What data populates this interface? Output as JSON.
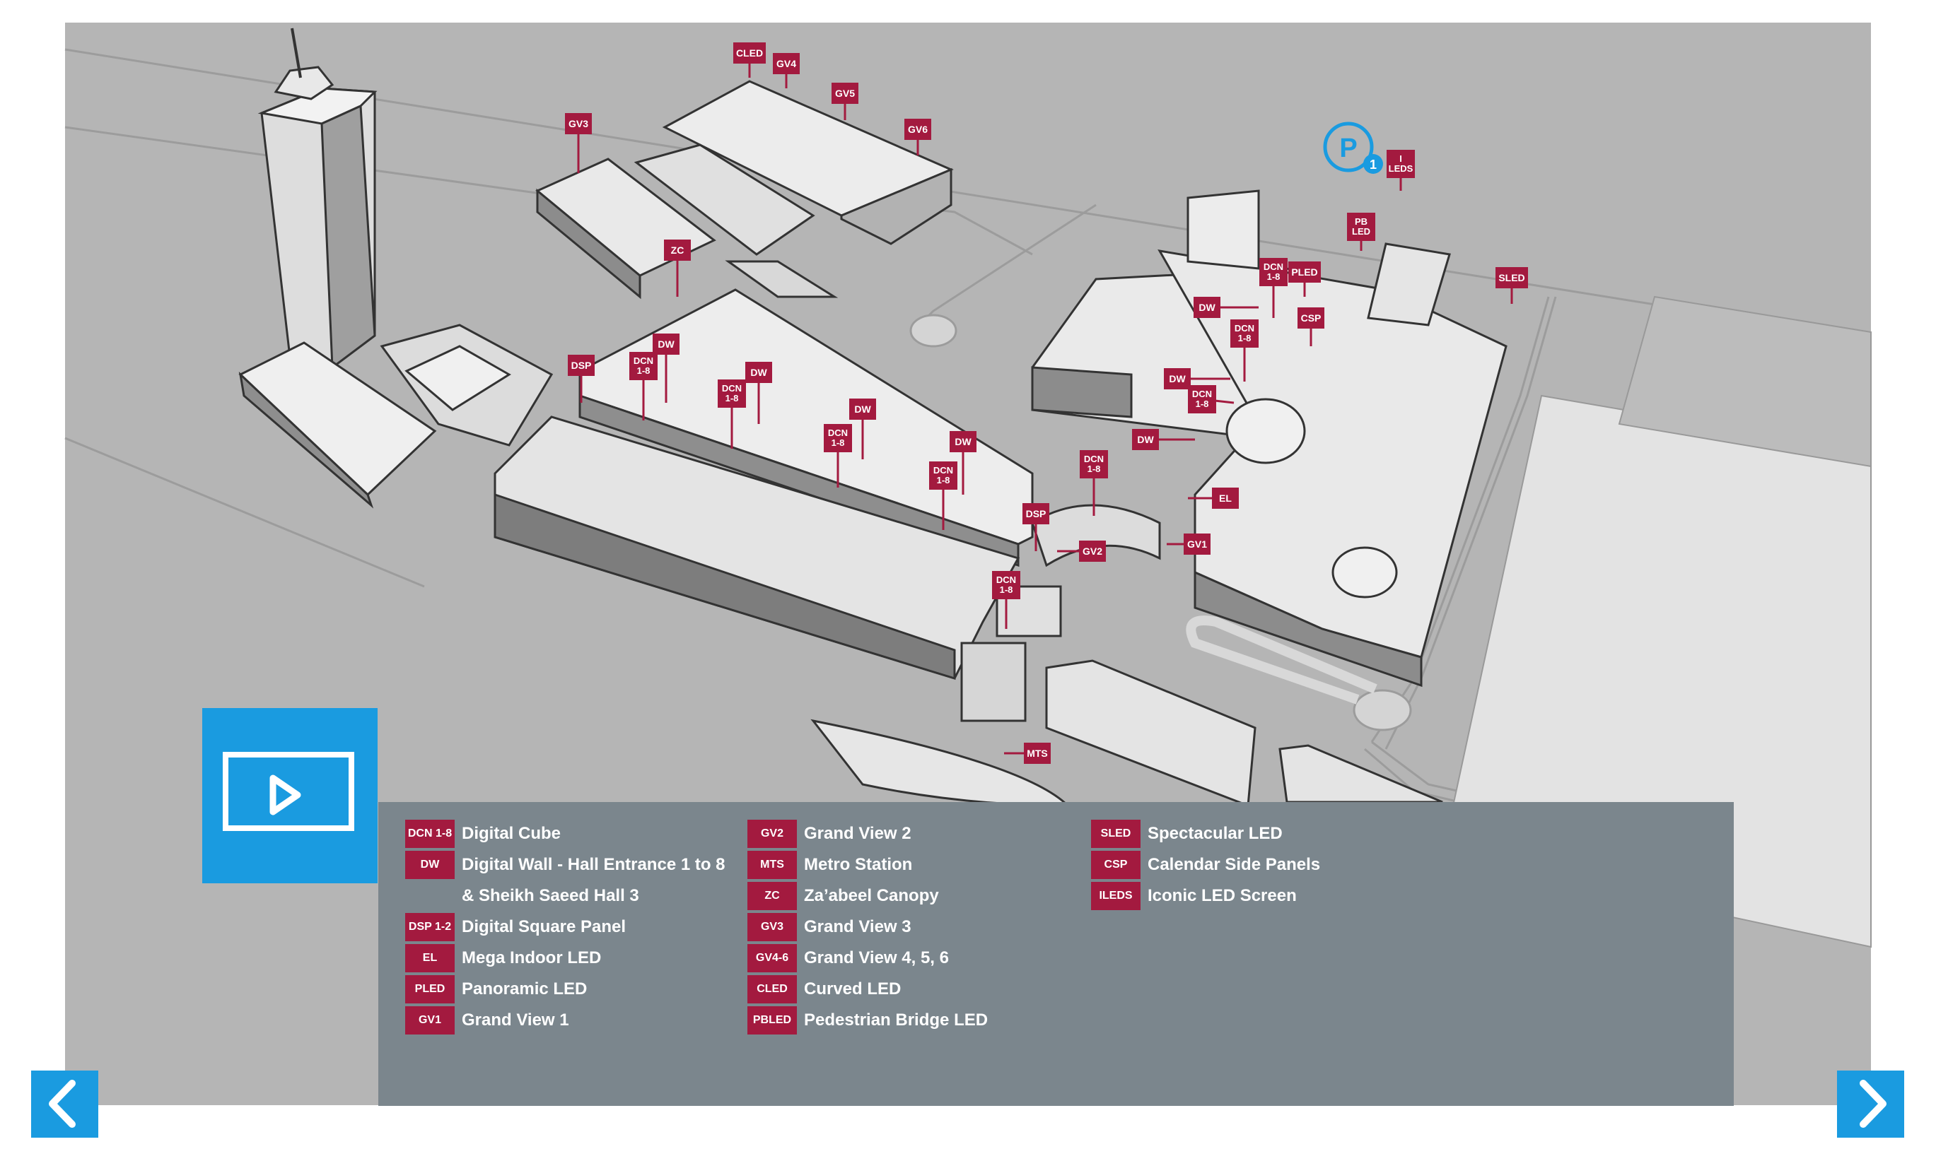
{
  "markers": [
    {
      "label": "CLED"
    },
    {
      "label": "GV4"
    },
    {
      "label": "GV5"
    },
    {
      "label": "GV6"
    },
    {
      "label": "GV3"
    },
    {
      "label": "ZC"
    },
    {
      "label": "DW"
    },
    {
      "label": "DCN 1-8"
    },
    {
      "label": "DSP"
    },
    {
      "label": "DCN 1-8"
    },
    {
      "label": "DW"
    },
    {
      "label": "DW"
    },
    {
      "label": "DCN 1-8"
    },
    {
      "label": "DW"
    },
    {
      "label": "DCN 1-8"
    },
    {
      "label": "DSP"
    },
    {
      "label": "GV2"
    },
    {
      "label": "DCN 1-8"
    },
    {
      "label": "DCN 1-8"
    },
    {
      "label": "MTS"
    },
    {
      "label": "DCN 1-8"
    },
    {
      "label": "PLED"
    },
    {
      "label": "DW"
    },
    {
      "label": "CSP"
    },
    {
      "label": "DCN 1-8"
    },
    {
      "label": "DW"
    },
    {
      "label": "DCN 1-8"
    },
    {
      "label": "DW"
    },
    {
      "label": "EL"
    },
    {
      "label": "GV1"
    },
    {
      "label": "PB LED"
    },
    {
      "label": "SLED"
    },
    {
      "label": "I LEDS"
    }
  ],
  "parking": {
    "letter": "P",
    "number": "1"
  },
  "legend": {
    "col1": [
      {
        "code": "DCN 1-8",
        "text": "Digital Cube"
      },
      {
        "code": "DW",
        "text": "Digital Wall - Hall Entrance 1 to 8"
      },
      {
        "code": "",
        "text": "& Sheikh Saeed Hall 3"
      },
      {
        "code": "DSP 1-2",
        "text": "Digital Square Panel"
      },
      {
        "code": "EL",
        "text": "Mega Indoor LED"
      },
      {
        "code": "PLED",
        "text": "Panoramic LED"
      },
      {
        "code": "GV1",
        "text": "Grand View 1"
      }
    ],
    "col2": [
      {
        "code": "GV2",
        "text": "Grand View 2"
      },
      {
        "code": "MTS",
        "text": "Metro Station"
      },
      {
        "code": "ZC",
        "text": "Za’abeel Canopy"
      },
      {
        "code": "GV3",
        "text": "Grand View 3"
      },
      {
        "code": "GV4-6",
        "text": "Grand View 4, 5, 6"
      },
      {
        "code": "CLED",
        "text": "Curved LED"
      },
      {
        "code": "PBLED",
        "text": "Pedestrian Bridge LED"
      }
    ],
    "col3": [
      {
        "code": "SLED",
        "text": "Spectacular LED"
      },
      {
        "code": "CSP",
        "text": "Calendar Side Panels"
      },
      {
        "code": "ILEDS",
        "text": "Iconic LED Screen"
      }
    ]
  },
  "colors": {
    "marker": "#a31a3f",
    "accent": "#1a9be0",
    "legend_bg": "#7b868d",
    "map_bg": "#b5b5b5"
  },
  "icons": {
    "video": "play-video-icon",
    "prev": "chevron-left-icon",
    "next": "chevron-right-icon"
  }
}
